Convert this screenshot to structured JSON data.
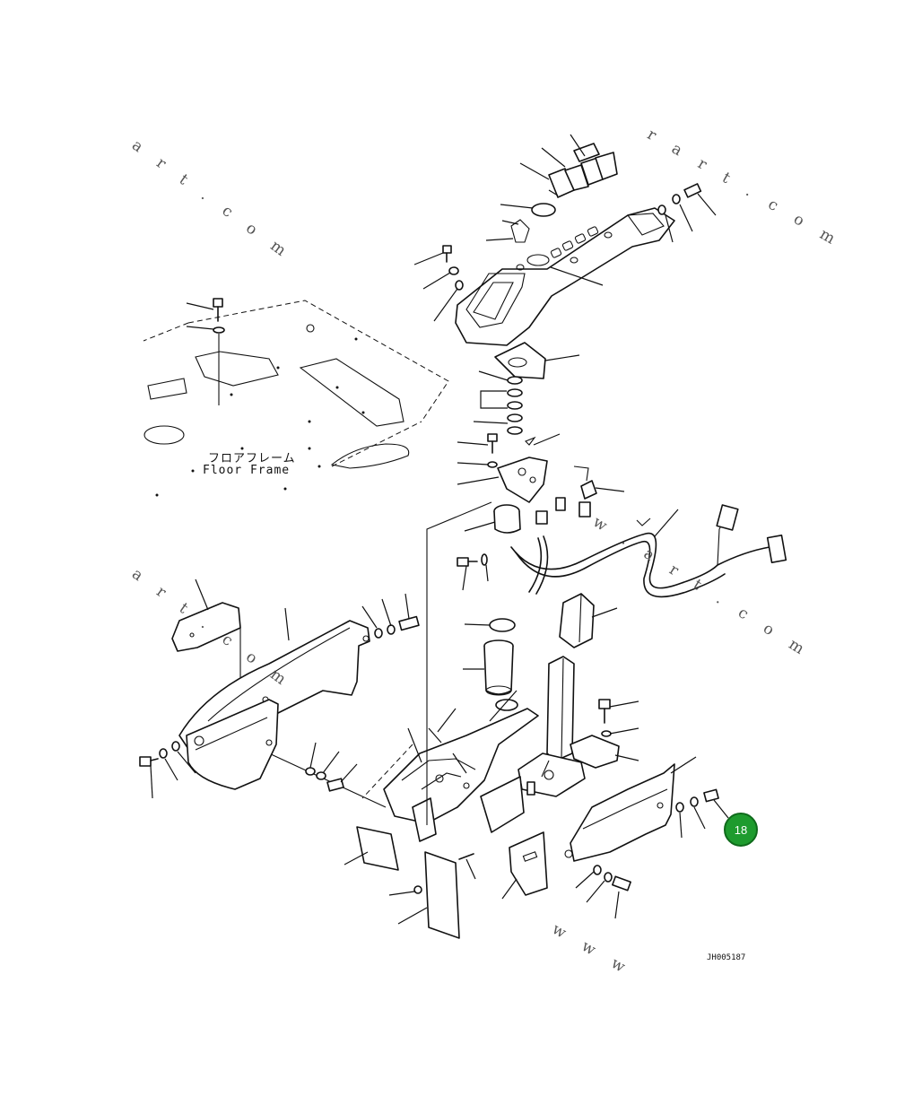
{
  "labels": {
    "floor_frame_jp": "フロアフレーム",
    "floor_frame_en": "Floor Frame",
    "drawing_code": "JH005187"
  },
  "watermarks": {
    "top_left": "a r t . c o m",
    "top_right": "r a r t . c o m",
    "mid_left": "a r t . c o m",
    "mid_right": "w . a r t . c o m",
    "bottom": "w w w"
  },
  "callout": {
    "number": "18",
    "color": "#1e9b2e"
  }
}
